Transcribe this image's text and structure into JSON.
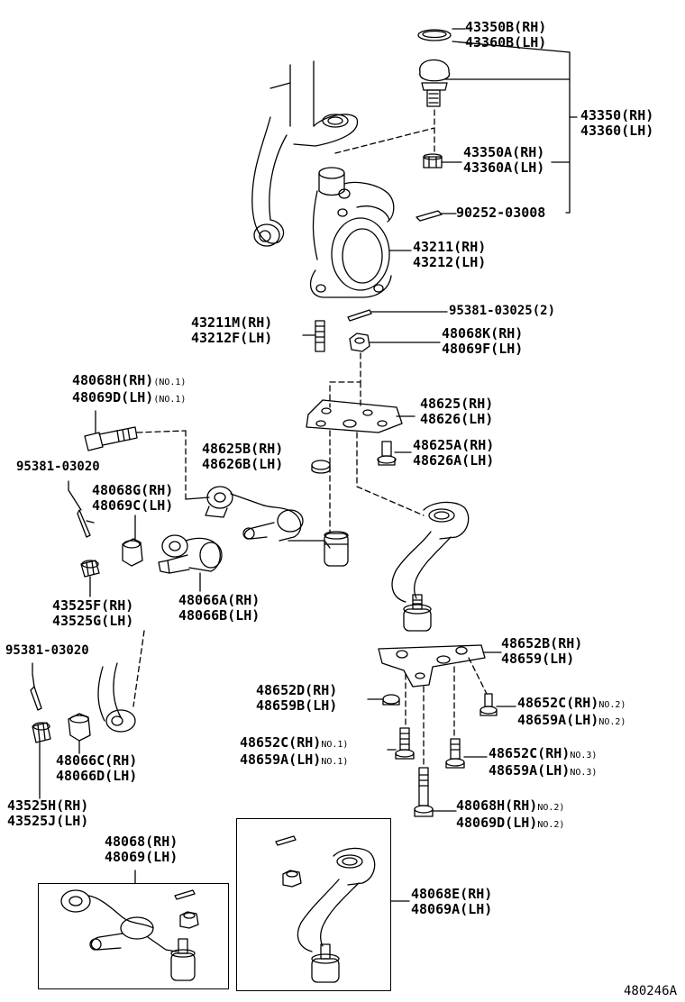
{
  "parts": {
    "p43350b": [
      "43350B(RH)",
      "43360B(LH)"
    ],
    "p43350": [
      "43350(RH)",
      "43360(LH)"
    ],
    "p43350a": [
      "43350A(RH)",
      "43360A(LH)"
    ],
    "p90252": [
      "90252-03008"
    ],
    "p43211": [
      "43211(RH)",
      "43212(LH)"
    ],
    "p95381_25": [
      "95381-03025(2)"
    ],
    "p43211m": [
      "43211M(RH)",
      "43212F(LH)"
    ],
    "p48068k": [
      "48068K(RH)",
      "48069F(LH)"
    ],
    "p48068h1": [
      "48068H(RH)",
      "48069D(LH)"
    ],
    "p48068h1_note": "(NO.1)",
    "p48625": [
      "48625(RH)",
      "48626(LH)"
    ],
    "p48625b": [
      "48625B(RH)",
      "48626B(LH)"
    ],
    "p48625a": [
      "48625A(RH)",
      "48626A(LH)"
    ],
    "p95381_20a": [
      "95381-03020"
    ],
    "p48068g": [
      "48068G(RH)",
      "48069C(LH)"
    ],
    "p43525f": [
      "43525F(RH)",
      "43525G(LH)"
    ],
    "p48066a": [
      "48066A(RH)",
      "48066B(LH)"
    ],
    "p95381_20b": [
      "95381-03020"
    ],
    "p48652b": [
      "48652B(RH)",
      "48659(LH)"
    ],
    "p48652d": [
      "48652D(RH)",
      "48659B(LH)"
    ],
    "p48652c2": [
      "48652C(RH)",
      "48659A(LH)"
    ],
    "p48652c2_note": "NO.2)",
    "p48652c1": [
      "48652C(RH)",
      "48659A(LH)"
    ],
    "p48652c1_note": "NO.1)",
    "p48652c3": [
      "48652C(RH)",
      "48659A(LH)"
    ],
    "p48652c3_note": "NO.3)",
    "p48066c": [
      "48066C(RH)",
      "48066D(LH)"
    ],
    "p43525h": [
      "43525H(RH)",
      "43525J(LH)"
    ],
    "p48068h2": [
      "48068H(RH)",
      "48069D(LH)"
    ],
    "p48068h2_note": "NO.2)",
    "p48068": [
      "48068(RH)",
      "48069(LH)"
    ],
    "p48068e": [
      "48068E(RH)",
      "48069A(LH)"
    ]
  },
  "figure_id": "480246A"
}
